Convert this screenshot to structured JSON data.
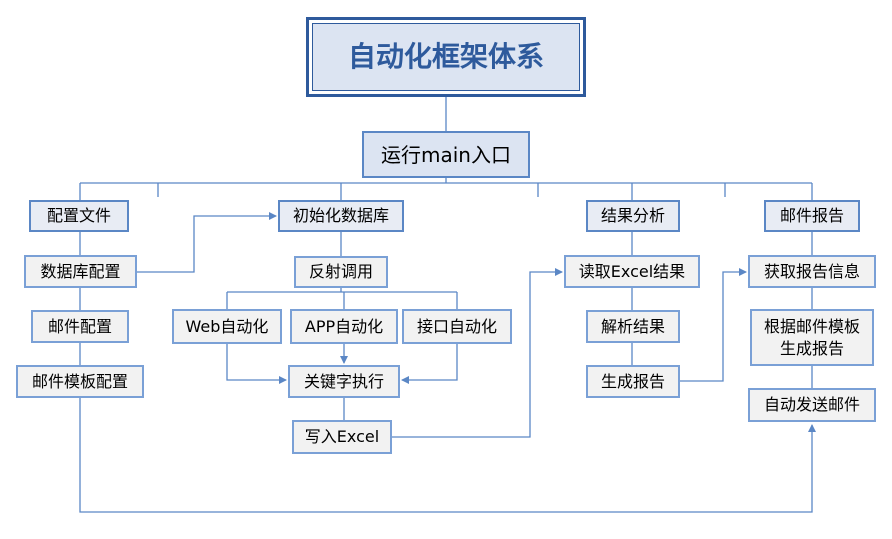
{
  "title": "自动化框架体系",
  "entry": "运行main入口",
  "branches": {
    "config": {
      "header": "配置文件",
      "items": [
        "数据库配置",
        "邮件配置",
        "邮件模板配置"
      ]
    },
    "init": {
      "header": "初始化数据库",
      "reflect": "反射调用",
      "auto_types": [
        "Web自动化",
        "APP自动化",
        "接口自动化"
      ],
      "keyword": "关键字执行",
      "write_excel": "写入Excel"
    },
    "result": {
      "header": "结果分析",
      "items": [
        "读取Excel结果",
        "解析结果",
        "生成报告"
      ]
    },
    "mail": {
      "header": "邮件报告",
      "items": [
        "获取报告信息",
        "根据邮件模板生成报告",
        "自动发送邮件"
      ]
    }
  },
  "colors": {
    "line": "#5b87c5",
    "title_text": "#2e5a9c",
    "node_fill": "#e8ecf4"
  }
}
